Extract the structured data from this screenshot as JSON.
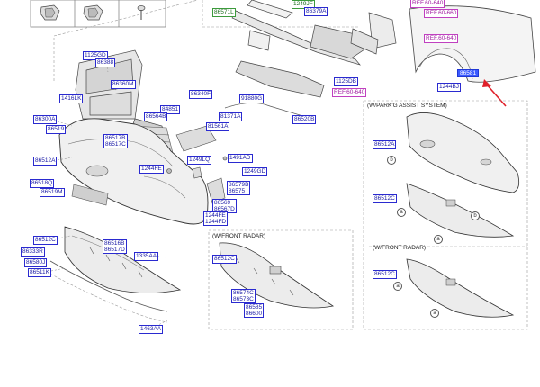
{
  "colors": {
    "label_border": "#2a2ad0",
    "label_text": "#1a1aa6",
    "reference_text": "#a01aa0",
    "highlight": "#3b5bff",
    "arrow": "#e0202a"
  },
  "icons": [
    "clip-icon",
    "clip-icon",
    "screw-icon"
  ],
  "parts": {
    "p1125GD": "1125GD",
    "p86388": "86388",
    "p86360M": "86360M",
    "p1416LK": "1416LK",
    "p86300A": "86300A",
    "p86519": "86519",
    "p86517B": "86517B",
    "p86517C": "86517C",
    "p86512A": "86512A",
    "p86518Q": "86518Q",
    "p86519M": "86519M",
    "p1244FE": "1244FE",
    "p86340F": "86340F",
    "p84851": "84851",
    "p86564B": "86564B",
    "p81371A": "81371A",
    "p81561A": "81561A",
    "p91880G": "91880G",
    "p86520B": "86520B",
    "p1249LQ": "1249LQ",
    "p1491AD": "1491AD",
    "p1249GD": "1249GD",
    "p86579B": "86579B",
    "p86575": "86575",
    "p86569": "86569",
    "p86567D": "86567D",
    "p1244FE_b": "1244FE",
    "p1244FD": "1244FD",
    "p86512C": "86512C",
    "p86333R": "86333R",
    "p86580J": "86580J",
    "p86511K": "86511K",
    "p86516B": "86516B",
    "p86517D": "86517D",
    "p1335AA": "1335AA",
    "p1463AA": "1463AA",
    "p86571L": "86571L",
    "p1249JF": "1249JF",
    "p86379A": "86379A",
    "p1125DB": "1125DB",
    "p1244BJ": "1244BJ",
    "p86512C_radar": "86512C",
    "p86574C": "86574C",
    "p86573C": "86573C",
    "p86585": "86585",
    "p86600": "86600",
    "p86512A_park": "86512A",
    "p86512C_park": "86512C",
    "p86512C_radar2": "86512C"
  },
  "refs": {
    "r1": "REF.60-640",
    "r2": "REF.60-660",
    "r3": "REF.60-640",
    "r4": "REF.60-640"
  },
  "highlight": {
    "code": "86581"
  },
  "captions": {
    "park": "(W/PARK'G ASSIST SYSTEM)",
    "radar_right": "(W/FRONT RADAR)",
    "radar_mid": "(W/FRONT RADAR)"
  },
  "markers": {
    "b": "b",
    "a": "a"
  }
}
